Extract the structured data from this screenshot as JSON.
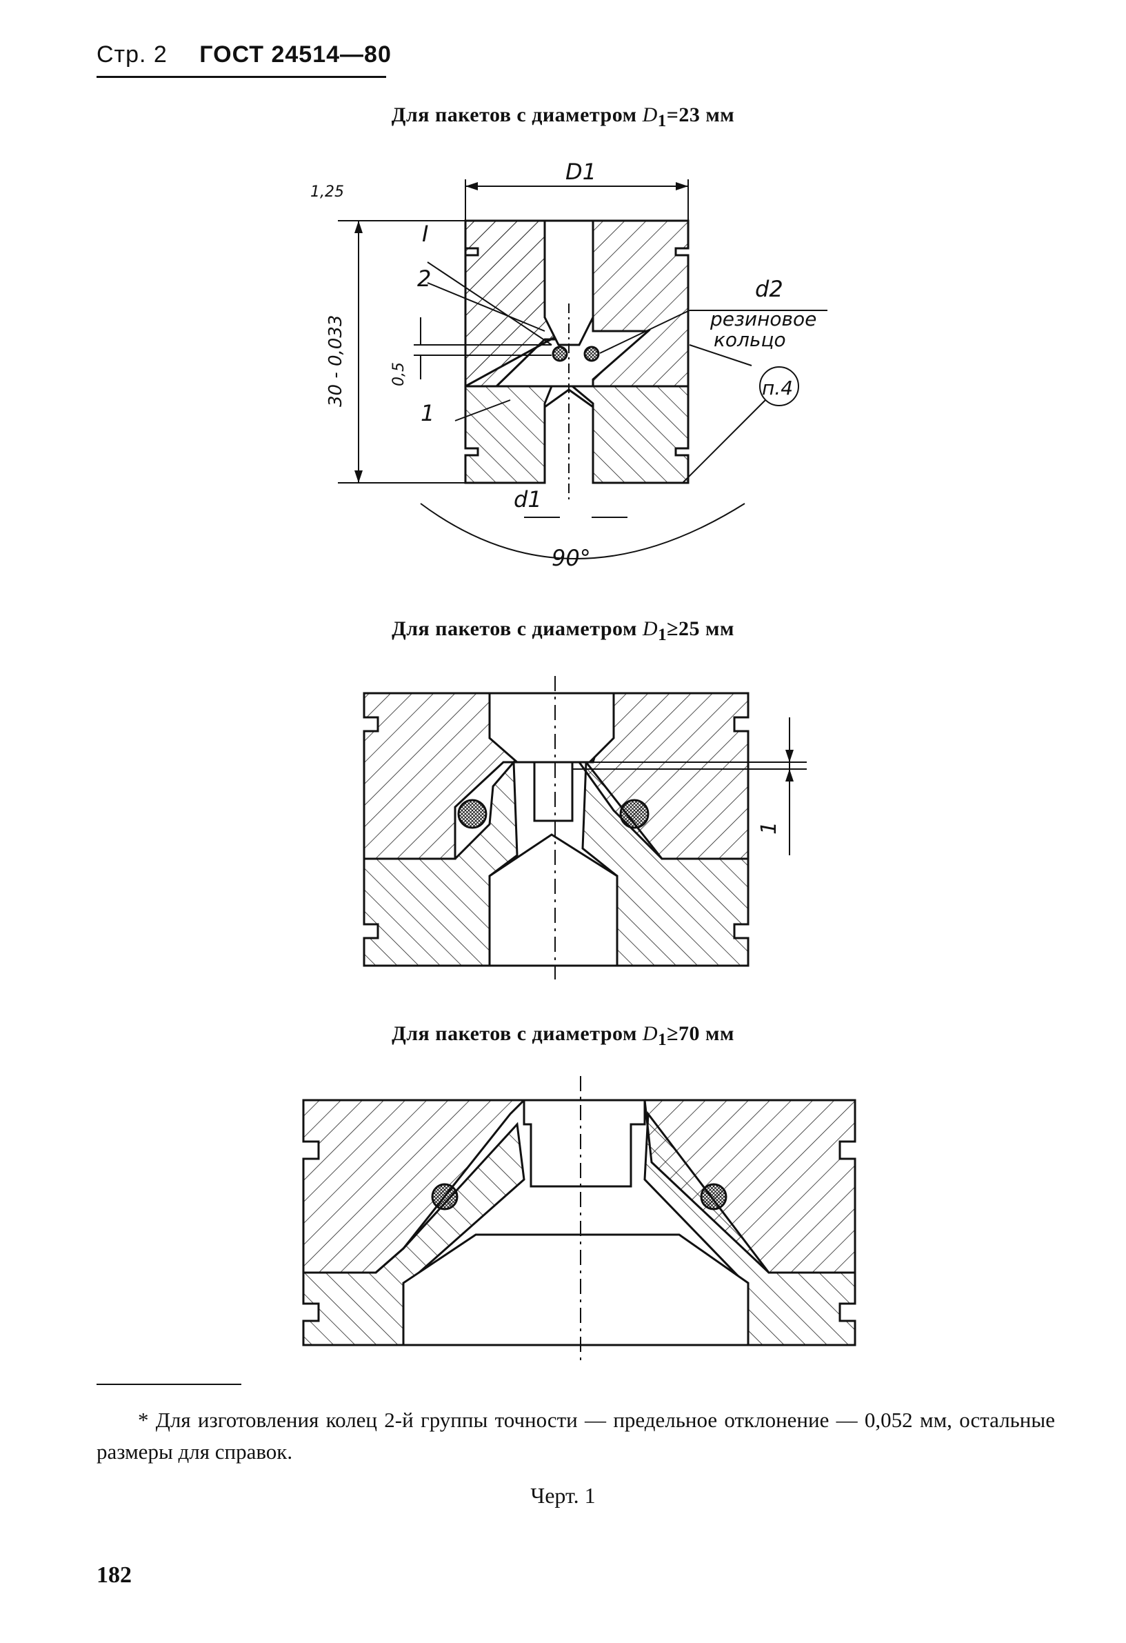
{
  "header": {
    "page_label": "Стр. 2",
    "standard": "ГОСТ 24514—80"
  },
  "figures": [
    {
      "caption_prefix": "Для пакетов с диаметром ",
      "caption_symbol": "D",
      "caption_sub": "1",
      "caption_suffix": "=23 мм",
      "labels": {
        "roughness": "1,25",
        "dim_D1": "D1",
        "dim_height": "30 - 0,033",
        "dim_05": "0,5",
        "dim_d1": "d1",
        "dim_d2": "d2",
        "ring_note_1": "резиновое",
        "ring_note_2": "кольцо",
        "ref_note": "п.4",
        "angle": "90°",
        "pos_I": "I",
        "pos_2": "2",
        "pos_1": "1"
      }
    },
    {
      "caption_prefix": "Для пакетов с диаметром ",
      "caption_symbol": "D",
      "caption_sub": "1",
      "caption_suffix": "≥25 мм",
      "labels": {
        "dim_side": "1"
      }
    },
    {
      "caption_prefix": "Для пакетов с диаметром ",
      "caption_symbol": "D",
      "caption_sub": "1",
      "caption_suffix": "≥70 мм"
    }
  ],
  "footnote": "* Для изготовления колец 2-й группы точности — предельное отклонение — 0,052 мм, остальные размеры для справок.",
  "figure_label": "Черт. 1",
  "page_number": "182"
}
